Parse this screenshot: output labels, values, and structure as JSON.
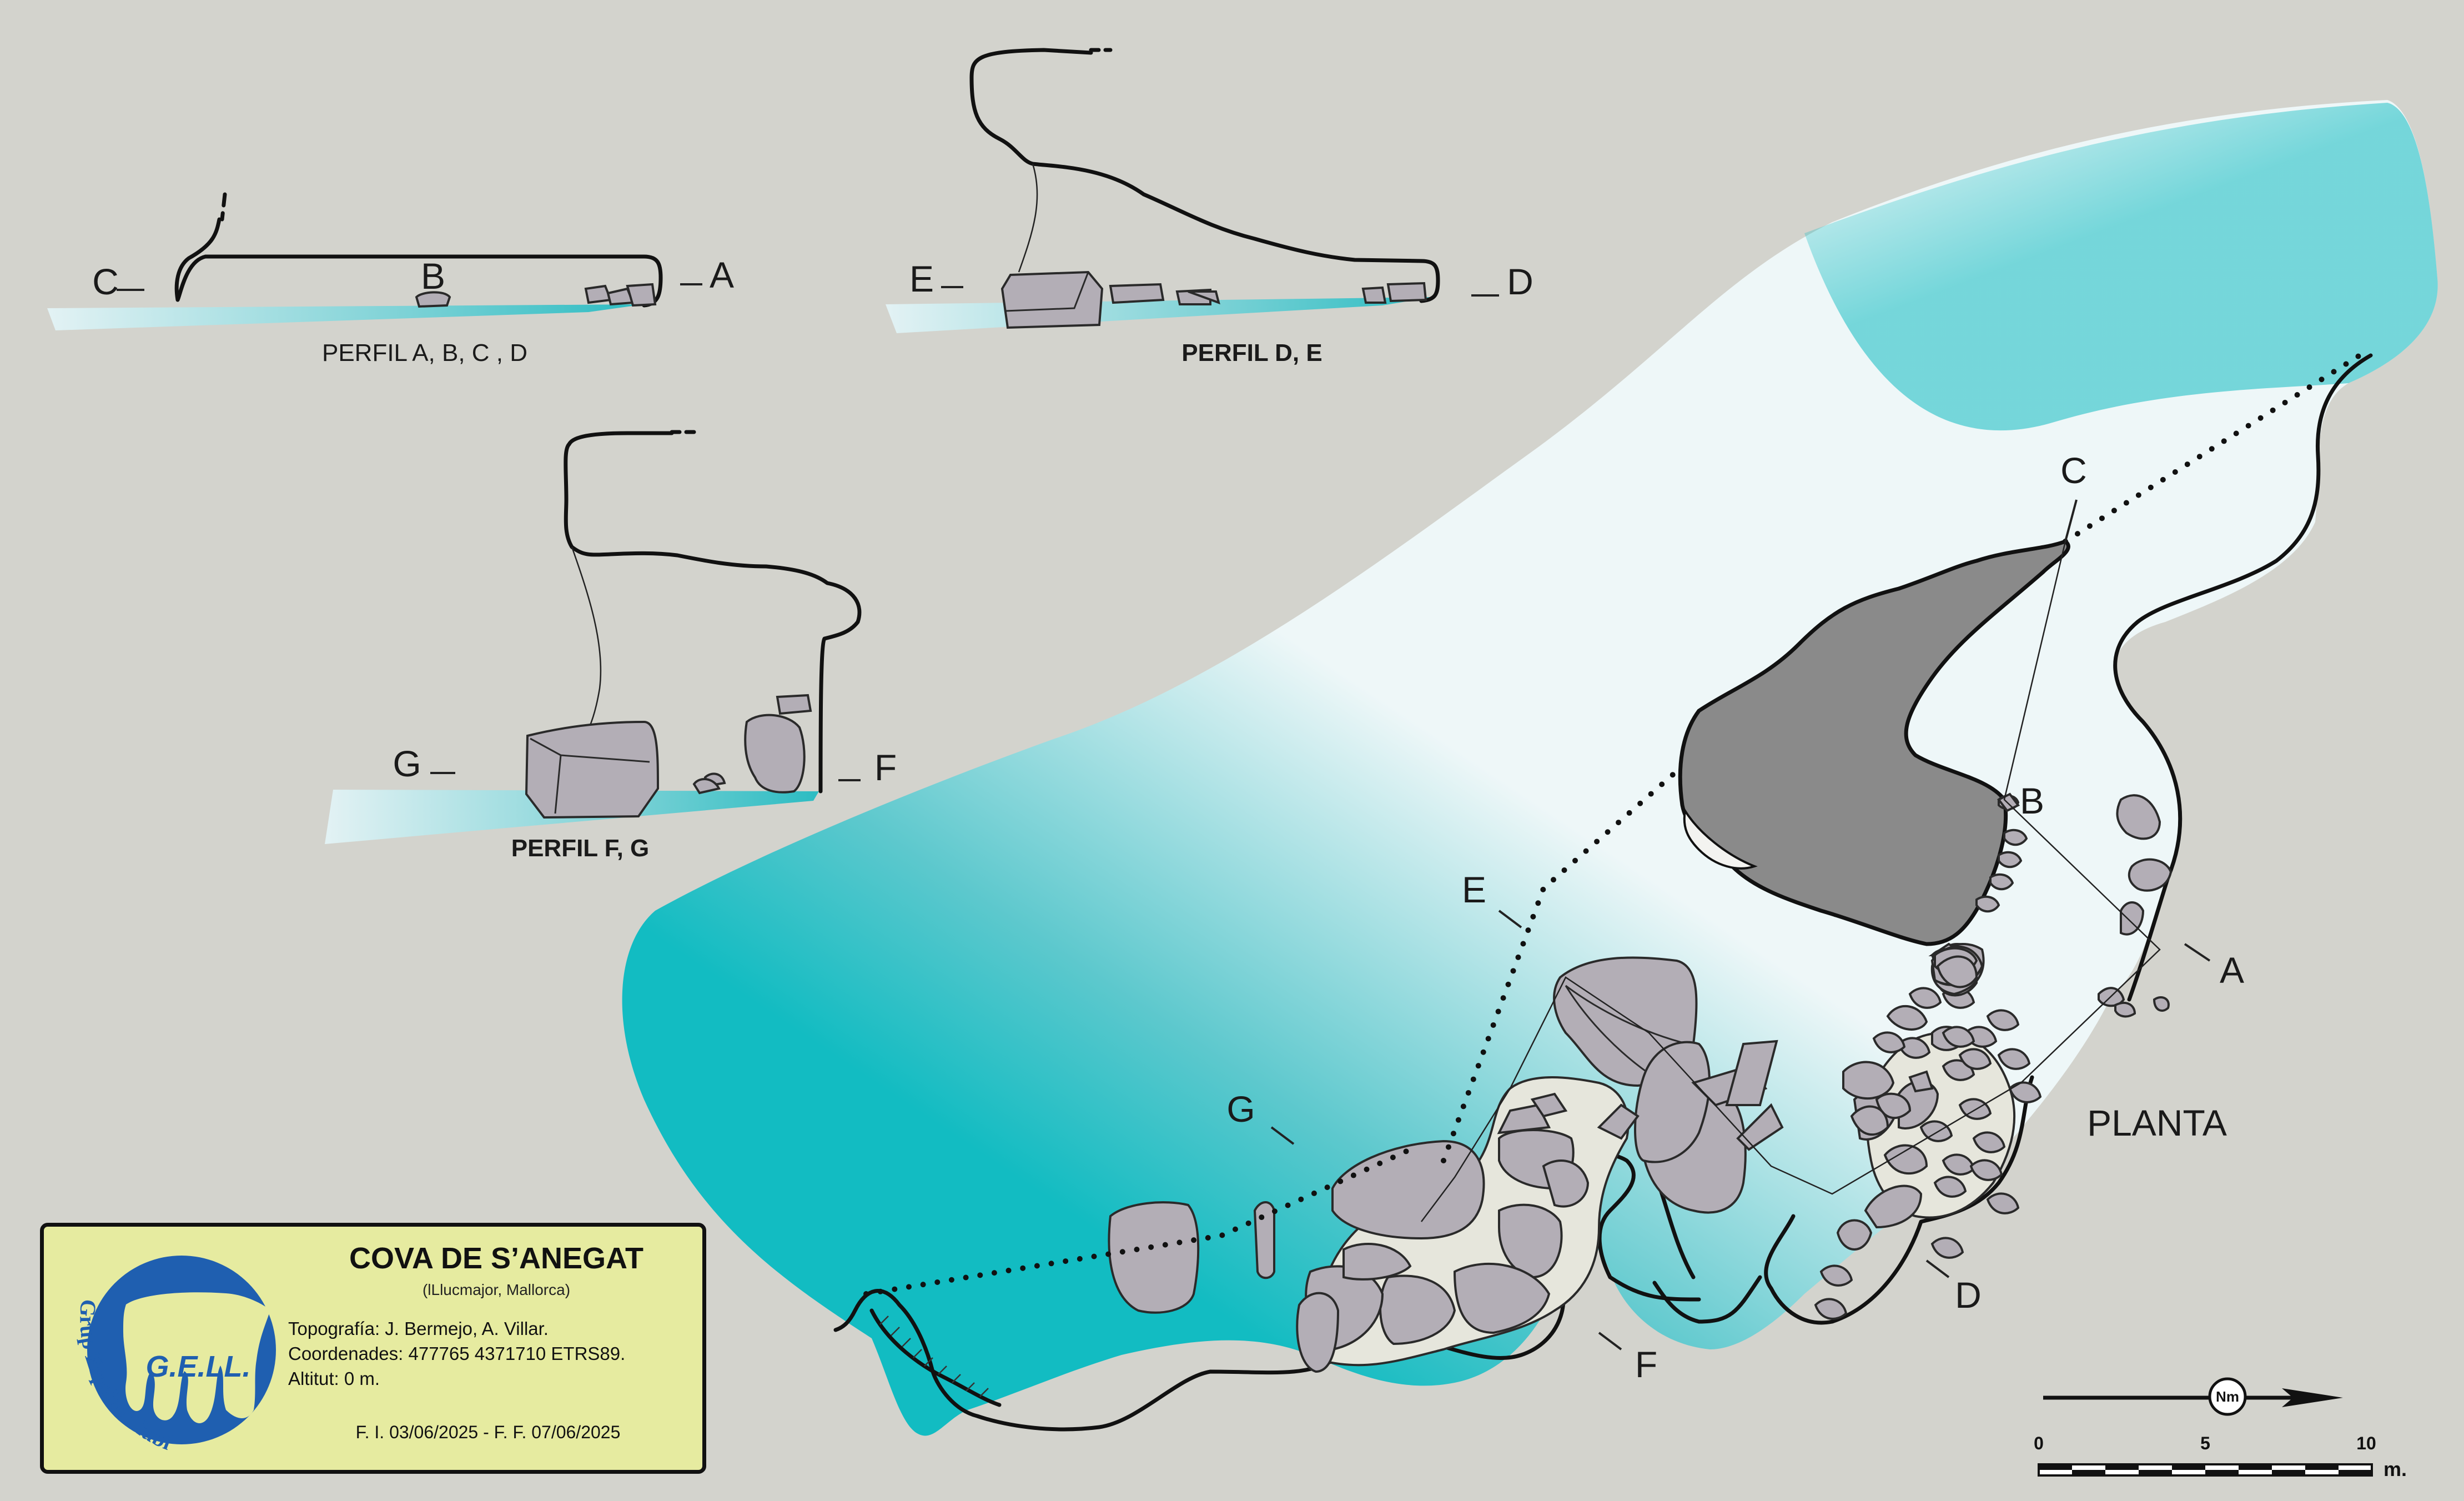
{
  "cave": {
    "name": "COVA DE S’ANEGAT",
    "location": "(lLlucmajor, Mallorca)",
    "topography": "Topografía: J. Bermejo, A. Villar.",
    "coordinates": "Coordenades: 477765 4371710 ETRS89.",
    "altitude": "Altitut: 0 m.",
    "dates": "F. I. 03/06/2025 - F. F. 07/06/2025"
  },
  "logo": {
    "initials": "G.E.LL.",
    "group_name": "Grup Espeleo Llubí",
    "color": "#1f5fb0"
  },
  "profiles": [
    {
      "title": "PERFIL A, B, C , D",
      "labels": [
        "C",
        "B",
        "A"
      ]
    },
    {
      "title": "PERFIL  D, E",
      "labels": [
        "E",
        "D"
      ]
    },
    {
      "title": "PERFIL  F, G",
      "labels": [
        "G",
        "F"
      ]
    }
  ],
  "plan": {
    "title": "PLANTA",
    "section_labels": [
      "C",
      "B",
      "A",
      "E",
      "G",
      "F",
      "D"
    ]
  },
  "scale": {
    "north_label": "Nm",
    "ticks": [
      "0",
      "5",
      "10"
    ],
    "unit": "m."
  },
  "colors": {
    "water": "#12bcc2",
    "water_light": "#ebf6f8",
    "rock": "#b3aeb6",
    "cliff": "#8a8a8a",
    "sediment": "#e6e6dc",
    "panel": "#e6eba0",
    "background": "#d3d3cd"
  }
}
